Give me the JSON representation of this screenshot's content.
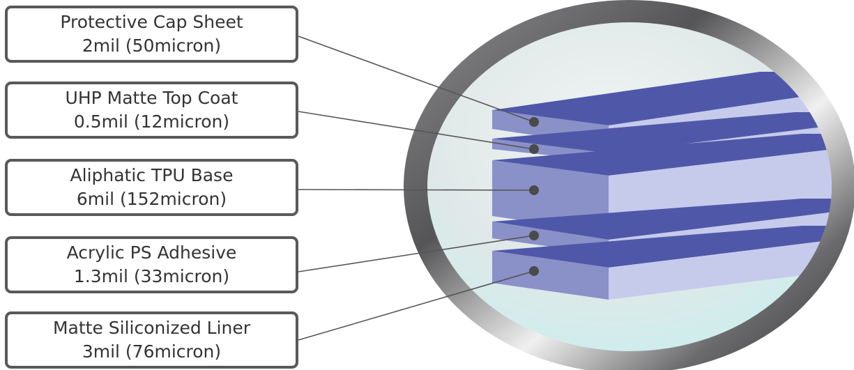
{
  "layers": [
    {
      "name": "Protective Cap Sheet",
      "thickness": "2mil (50micron)"
    },
    {
      "name": "UHP Matte Top Coat",
      "thickness": "0.5mil (12micron)"
    },
    {
      "name": "Aliphatic TPU Base",
      "thickness": "6mil (152micron)"
    },
    {
      "name": "Acrylic PS Adhesive",
      "thickness": "1.3mil (33micron)"
    },
    {
      "name": "Matte Siliconized Liner",
      "thickness": "3mil (76micron)"
    }
  ],
  "colors": {
    "box_border": "#58595b",
    "leader_line": "#555555",
    "layer_top": "#4f58a8",
    "layer_front": "#8a90c8",
    "layer_side": "#c6cbec",
    "lens_rim": "#5e5e60"
  }
}
